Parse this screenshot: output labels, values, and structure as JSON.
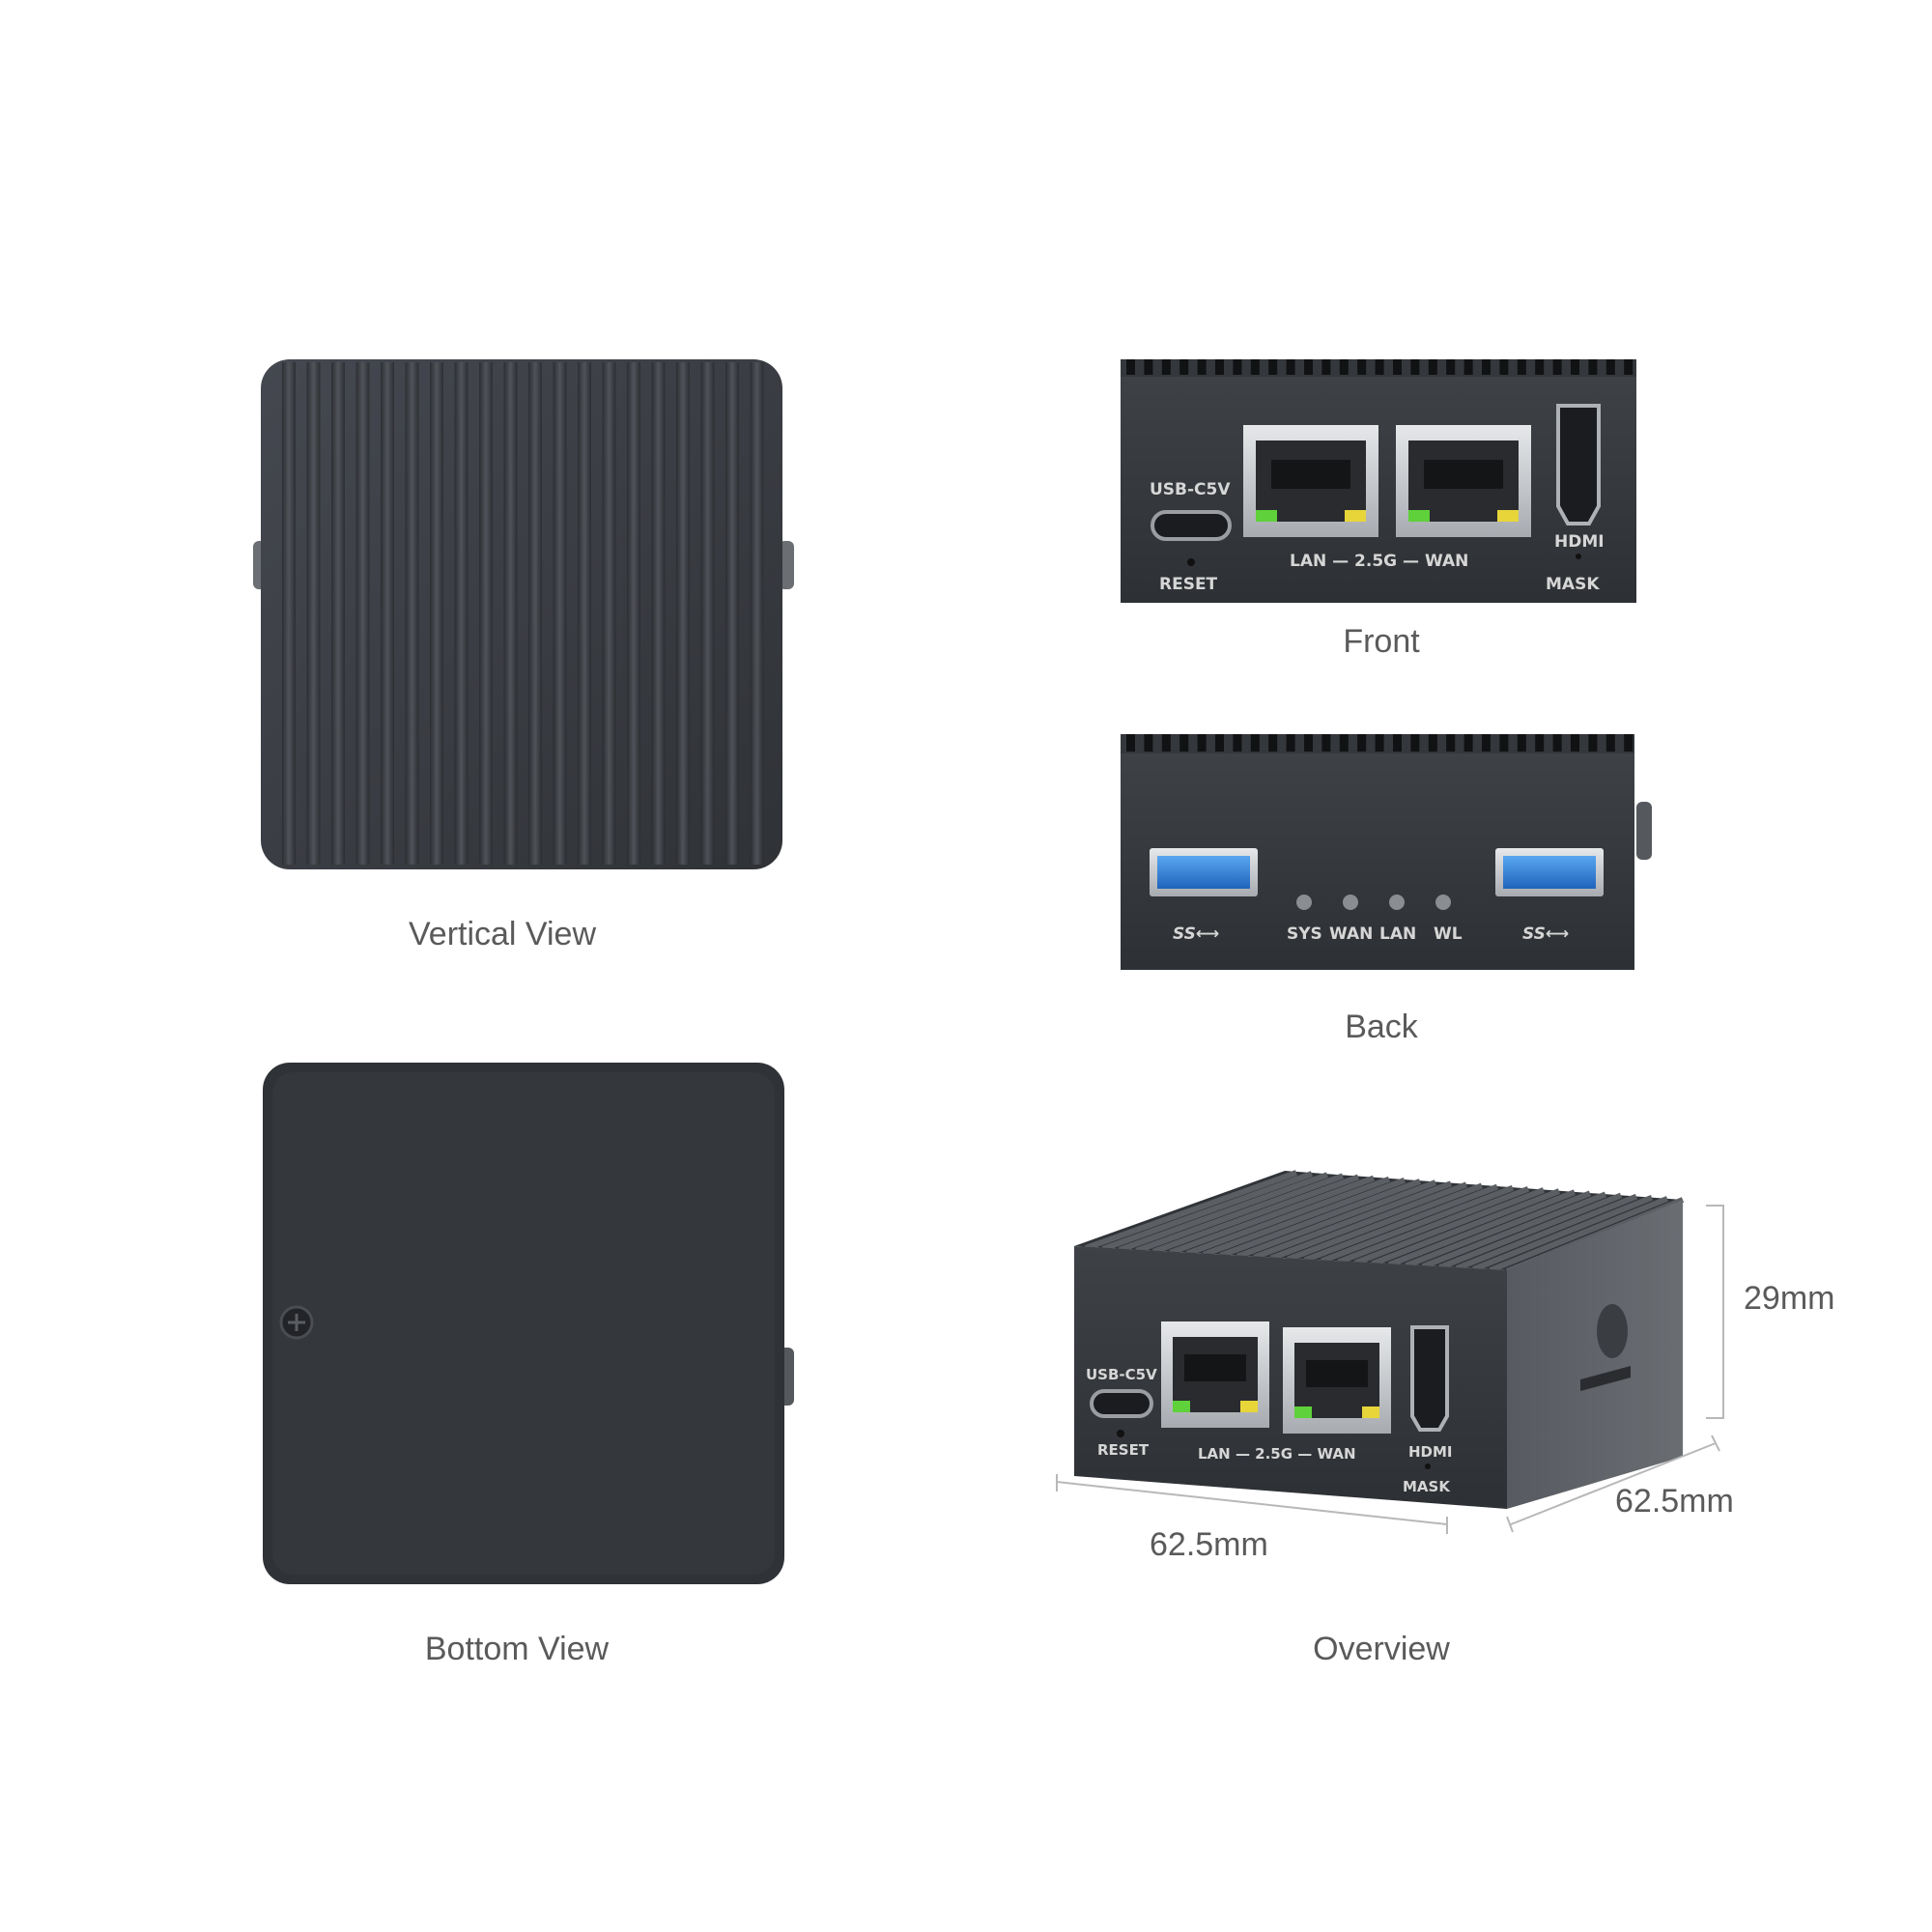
{
  "captions": {
    "vertical": "Vertical View",
    "bottom": "Bottom View",
    "front": "Front",
    "back": "Back",
    "overview": "Overview"
  },
  "front_panel": {
    "usb_c": "USB-C5V",
    "reset": "RESET",
    "lan_wan": "LAN — 2.5G — WAN",
    "hdmi": "HDMI",
    "mask": "MASK"
  },
  "back_panel": {
    "usb_logo_left": "SS⟷",
    "usb_logo_right": "SS⟷",
    "leds": [
      "SYS",
      "WAN",
      "LAN",
      "WL"
    ]
  },
  "overview_panel": {
    "usb_c": "USB-C5V",
    "reset": "RESET",
    "lan_wan": "LAN — 2.5G — WAN",
    "hdmi": "HDMI",
    "mask": "MASK"
  },
  "dimensions": {
    "height": "29mm",
    "depth": "62.5mm",
    "width": "62.5mm"
  },
  "colors": {
    "case": "#3a3d42",
    "case_dark": "#2c2f33",
    "case_light": "#4a4d52",
    "port_metal": "#c9ccd0",
    "usb_blue": "#2f7fd8",
    "led_green": "#5fd13a",
    "led_yellow": "#e8d53a"
  }
}
